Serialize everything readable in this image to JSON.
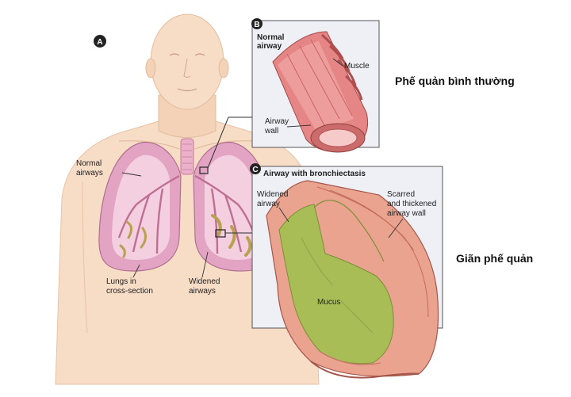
{
  "panel_a": {
    "letter": "A",
    "normal_airways": [
      "Normal",
      "airways"
    ],
    "lungs_cross_section": [
      "Lungs in",
      "cross-section"
    ],
    "widened_airways": [
      "Widened",
      "airways"
    ]
  },
  "panel_b": {
    "letter": "B",
    "title": [
      "Normal",
      "airway"
    ],
    "muscle": "Muscle",
    "airway_wall": [
      "Airway",
      "wall"
    ]
  },
  "panel_c": {
    "letter": "C",
    "title": "Airway with bronchiectasis",
    "widened_airway": [
      "Widened",
      "airway"
    ],
    "scarred_wall": [
      "Scarred",
      "and thickened",
      "airway wall"
    ],
    "mucus": "Mucus"
  },
  "side_labels": {
    "normal": "Phế quản  bình thường",
    "bronchiectasis": "Giãn phế quản"
  },
  "colors": {
    "skin": "#f7dcc6",
    "lung": "#e3a4c4",
    "lung_inner": "#f3cfe0",
    "airway_red": "#e58585",
    "mucus": "#a8bd55",
    "panel_bg": "#eef0f6"
  }
}
